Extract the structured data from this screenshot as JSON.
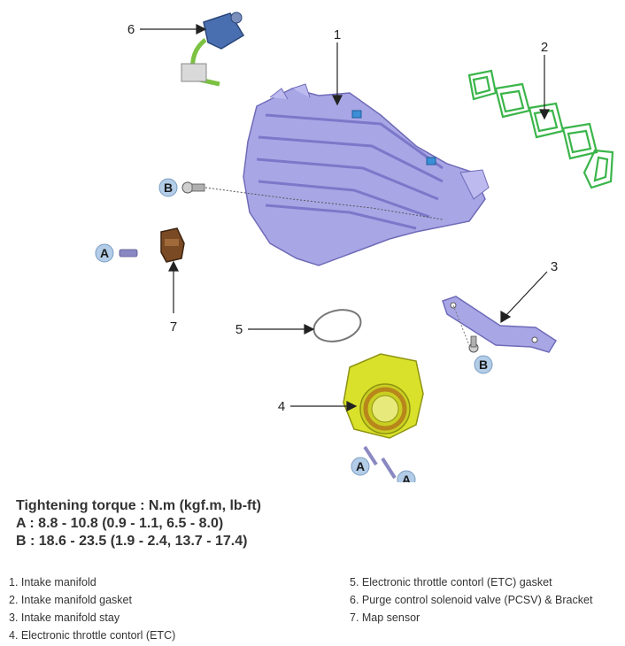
{
  "callouts": {
    "c1": "1",
    "c2": "2",
    "c3": "3",
    "c4": "4",
    "c5": "5",
    "c6": "6",
    "c7": "7"
  },
  "tags": {
    "a": "A",
    "b": "B"
  },
  "torque": {
    "heading": "Tightening torque : N.m (kgf.m, lb-ft)",
    "a": "A : 8.8 - 10.8 (0.9 - 1.1, 6.5 - 8.0)",
    "b": "B : 18.6 - 23.5 (1.9 - 2.4, 13.7 - 17.4)"
  },
  "legend": [
    "1. Intake manifold",
    "2. Intake manifold gasket",
    "3. Intake manifold stay",
    "4. Electronic throttle contorl (ETC)",
    "5. Electronic throttle contorl (ETC) gasket",
    "6. Purge control solenoid valve (PCSV) & Bracket",
    "7. Map sensor"
  ],
  "colors": {
    "manifold": "#a9a6e6",
    "manifold_dark": "#7c78c9",
    "gasket": "#3bb54a",
    "etc_body": "#d9e12a",
    "etc_ring": "#b8861b",
    "tag_fill": "#b3cde8",
    "sensor": "#7a4a24"
  }
}
